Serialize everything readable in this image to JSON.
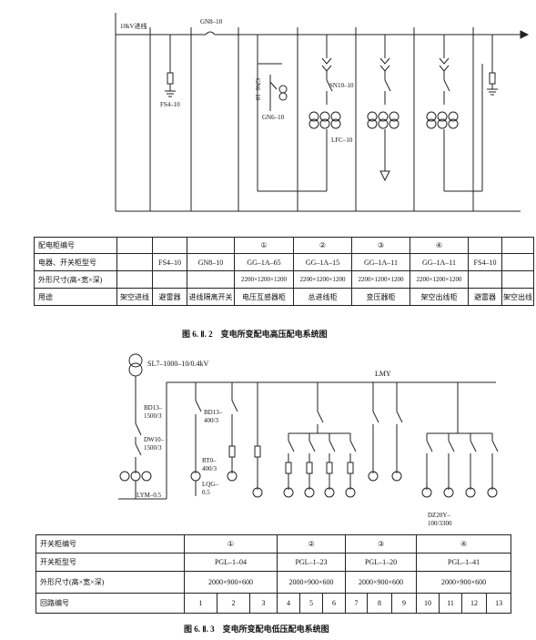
{
  "fig2": {
    "busbar_label": "10kV进线",
    "isolator_label": "GN8–10",
    "arrester_left": "FS4–10",
    "gn6_vertical": "GN6–10",
    "gn6_label": "GN6–10",
    "sn_label": "SN10–10",
    "lfc_label": "LFC–10",
    "table": {
      "rows": [
        [
          "配电柜编号",
          "",
          "",
          "",
          "①",
          "②",
          "③",
          "④",
          "",
          ""
        ],
        [
          "电器、开关柜型号",
          "",
          "FS4–10",
          "GN8–10",
          "GG–1A–65",
          "GG–1A–15",
          "GG–1A–11",
          "GG–1A–11",
          "FS4–10",
          ""
        ],
        [
          "外形尺寸(高×宽×深)",
          "",
          "",
          "",
          "2200×1200×1200",
          "2200×1200×1200",
          "2200×1200×1200",
          "2200×1200×1200",
          "",
          ""
        ],
        [
          "用途",
          "架空进线",
          "避雷器",
          "进线隔离开关",
          "电压互感器柜",
          "总进线柜",
          "变压器柜",
          "架空出线柜",
          "避雷器",
          "架空出线"
        ]
      ]
    },
    "caption": "图 6. Ⅱ. 2　变电所变配电高压配电系统图"
  },
  "fig3": {
    "transformer_label": "SL7–1000–10/0.4kV",
    "bus_label": "LMY",
    "bd13_1500": "BD13–\n1500/3",
    "dw10": "DW10–\n1500/3",
    "lym": "LYM–0.5",
    "bd13_400": "BD13–\n400/3",
    "rt0": "RT0–\n400/3",
    "lqg": "LQG–\n0.5",
    "dz20y": "DZ20Y–\n100/3300",
    "table": {
      "rows": [
        [
          "开关柜编号",
          "①",
          "②",
          "③",
          "④"
        ],
        [
          "开关柜型号",
          "PGL–1–04",
          "PGL–1–23",
          "PGL–1–20",
          "PGL–1–41"
        ],
        [
          "外形尺寸(高×宽×深)",
          "2000×900×600",
          "2000×900×600",
          "2000×900×600",
          "2000×900×600"
        ]
      ],
      "circuit_label": "回路编号",
      "circuits": [
        "",
        "1",
        "2",
        "3",
        "4",
        "5",
        "6",
        "7",
        "8",
        "9",
        "10",
        "11",
        "12",
        "13"
      ]
    },
    "caption": "图 6. Ⅱ. 3　变电所变配电低压配电系统图"
  }
}
